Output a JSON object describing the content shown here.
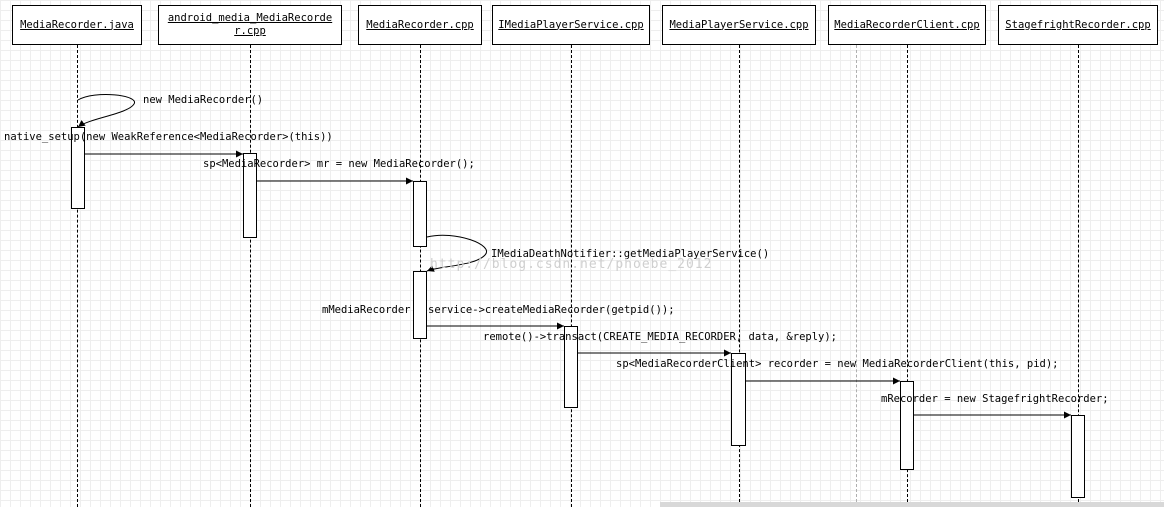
{
  "participants": [
    {
      "id": "p1",
      "label": "MediaRecorder.java"
    },
    {
      "id": "p2",
      "label": "android_media_MediaRecorder.cpp"
    },
    {
      "id": "p3",
      "label": "MediaRecorder.cpp"
    },
    {
      "id": "p4",
      "label": "IMediaPlayerService.cpp"
    },
    {
      "id": "p5",
      "label": "MediaPlayerService.cpp"
    },
    {
      "id": "p6",
      "label": "MediaRecorderClient.cpp"
    },
    {
      "id": "p7",
      "label": "StagefrightRecorder.cpp"
    }
  ],
  "messages": [
    {
      "id": "m1",
      "label": "new MediaRecorder()"
    },
    {
      "id": "m2",
      "label": "native_setup(new WeakReference<MediaRecorder>(this))"
    },
    {
      "id": "m3",
      "label": "sp<MediaRecorder> mr = new MediaRecorder();"
    },
    {
      "id": "m4",
      "label": "IMediaDeathNotifier::getMediaPlayerService()"
    },
    {
      "id": "m5",
      "label": "service->createMediaRecorder(getpid());"
    },
    {
      "id": "m6",
      "label": "remote()->transact(CREATE_MEDIA_RECORDER, data, &reply);"
    },
    {
      "id": "m7",
      "label": "sp<MediaRecorderClient> recorder = new MediaRecorderClient(this, pid);"
    },
    {
      "id": "m8",
      "label": "mRecorder = new StagefrightRecorder;"
    }
  ],
  "notes": {
    "media_recorder_label": "mMediaRecorder"
  },
  "watermark": "http://blog.csdn.net/phoebe_2012",
  "colors": {
    "line": "#000000",
    "grid": "#eeeeee",
    "background": "#ffffff",
    "watermark": "#cfcfcf"
  }
}
